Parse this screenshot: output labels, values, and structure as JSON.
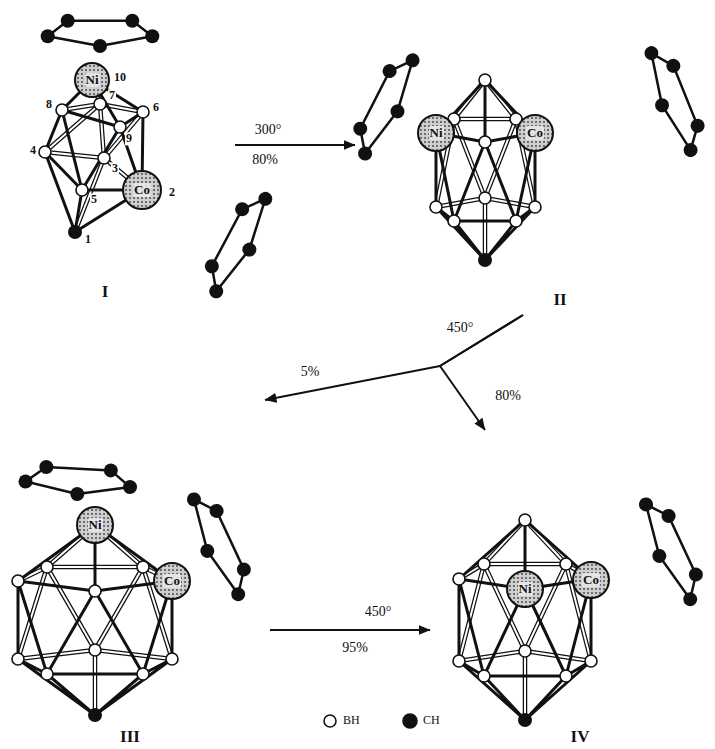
{
  "diagram": {
    "nodes": [
      {
        "text": [
          "I"
        ]
      },
      {
        "text": [
          "Ni"
        ],
        "in": 0
      },
      {
        "text": [
          "Co"
        ],
        "in": 0
      },
      {
        "text": [
          "II"
        ]
      },
      {
        "text": [
          "Ni"
        ],
        "in": 3
      },
      {
        "text": [
          "Co"
        ],
        "in": 3
      },
      {
        "text": [
          "III"
        ]
      },
      {
        "text": [
          "Ni"
        ],
        "in": 6
      },
      {
        "text": [
          "Co"
        ],
        "in": 6
      },
      {
        "text": [
          "IV"
        ]
      },
      {
        "text": [
          "Ni"
        ],
        "in": 9
      },
      {
        "text": [
          "Co"
        ],
        "in": 9
      }
    ],
    "edges": [
      {
        "from": 0,
        "to": 3,
        "arrow": "to",
        "label": "300°"
      },
      {
        "from": 3,
        "to": 6,
        "arrow": "to",
        "label": "5%"
      },
      {
        "from": 3,
        "to": 9,
        "arrow": "to",
        "label": "80%"
      },
      {
        "from": 6,
        "to": 9,
        "arrow": "to",
        "label": "450°"
      }
    ],
    "labels": [
      "10",
      "8",
      "7",
      "6",
      "9",
      "4",
      "3",
      "2",
      "5",
      "1",
      "80%",
      "450°",
      "95%"
    ],
    "legend": [
      {
        "text": "BH"
      },
      {
        "text": "CH"
      }
    ]
  }
}
